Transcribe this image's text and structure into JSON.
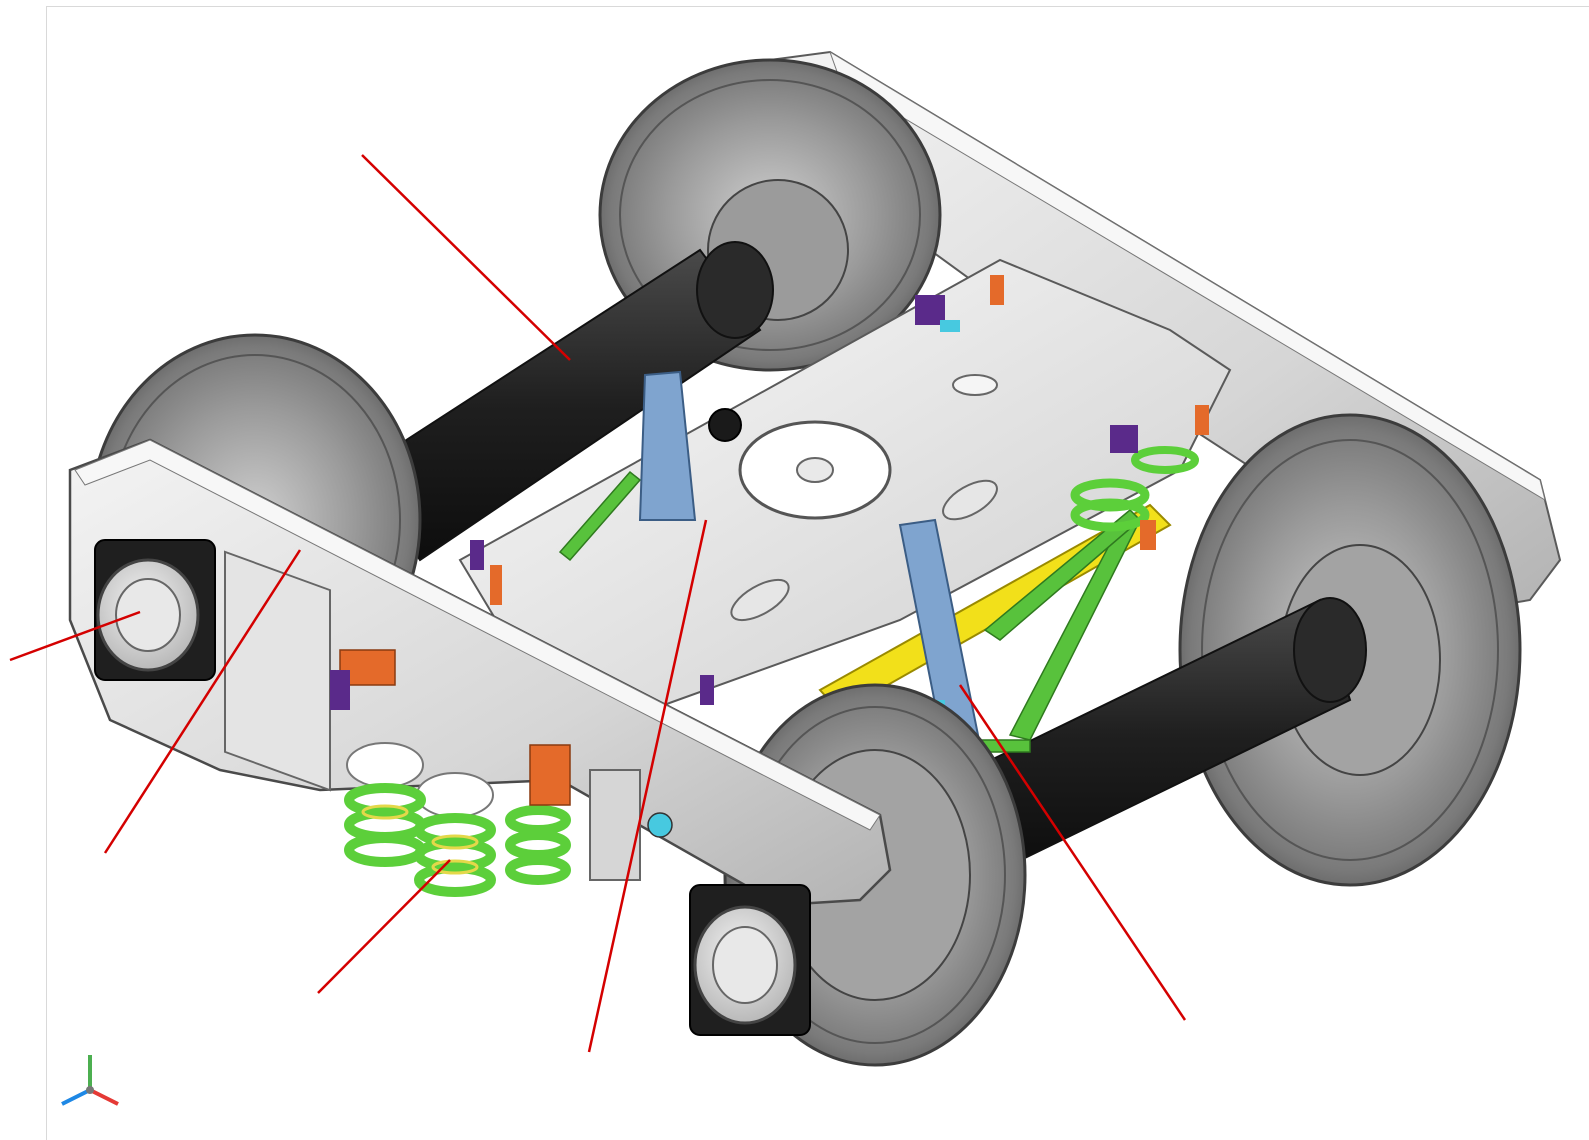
{
  "figure": {
    "subject": "",
    "colors": {
      "background": "#ffffff",
      "frame_light": "#ececec",
      "frame_mid": "#cfcfcf",
      "frame_shadow": "#a9a9a9",
      "outline": "#4a4a4a",
      "wheel": "#8c8c8c",
      "wheel_dark": "#5e5e5e",
      "axle": "#262626",
      "spring": "#5ccf3a",
      "spring_coil_inner": "#e4d84a",
      "tie_rod": "#f2e01a",
      "brace": "#58c23c",
      "bracket": "#7fa4cf",
      "orange_part": "#e46a2a",
      "purple_part": "#5a2a8a",
      "cyan_part": "#47c9e0",
      "leader_line": "#d40000"
    },
    "leader_line_count": 7,
    "components": [
      {
        "id": "axle-rear",
        "icon": "wheelset-axle-icon"
      },
      {
        "id": "axle-box-front-left",
        "icon": "axle-box-icon"
      },
      {
        "id": "side-frame-left",
        "icon": "side-frame-icon"
      },
      {
        "id": "spring-set-left",
        "icon": "coil-spring-icon"
      },
      {
        "id": "bolster",
        "icon": "bolster-icon"
      },
      {
        "id": "brake-beam",
        "icon": "brake-beam-icon"
      }
    ],
    "triad": {
      "axes": [
        "y",
        "x",
        "z"
      ],
      "axis_colors": [
        "#4caf50",
        "#e53935",
        "#1e88e5"
      ]
    }
  }
}
